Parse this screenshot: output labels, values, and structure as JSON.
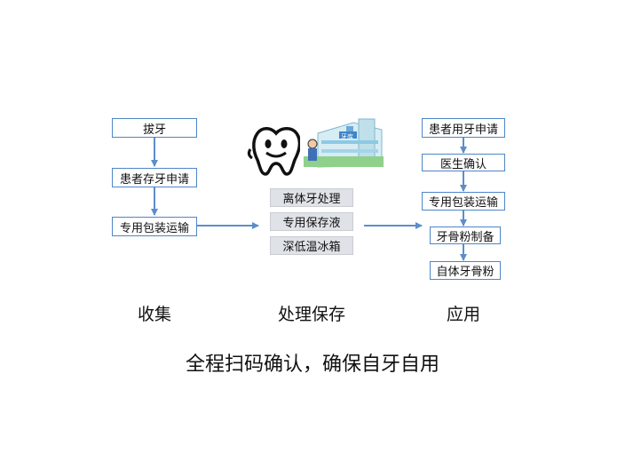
{
  "collect": {
    "steps": [
      "拔牙",
      "患者存牙申请",
      "专用包装运输"
    ],
    "label": "收集"
  },
  "process": {
    "steps": [
      "离体牙处理",
      "专用保存液",
      "深低温冰箱"
    ],
    "label": "处理保存",
    "building_sign": "牙库"
  },
  "apply": {
    "steps": [
      "患者用牙申请",
      "医生确认",
      "专用包装运输",
      "牙骨粉制备",
      "自体牙骨粉"
    ],
    "label": "应用"
  },
  "footer": "全程扫码确认，确保自牙自用",
  "colors": {
    "box_border": "#4f86c6",
    "arrow": "#5b8fc9",
    "process_box": "#dfe2e6"
  }
}
